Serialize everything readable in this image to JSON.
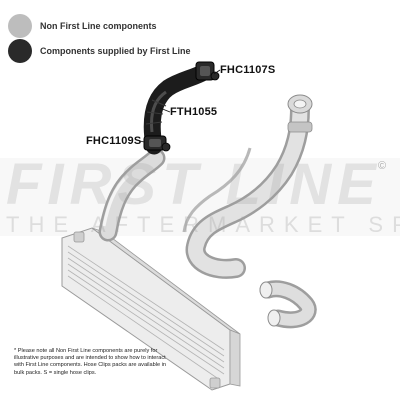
{
  "legend": {
    "items": [
      {
        "label": "Non First Line components",
        "color": "#bdbdbd"
      },
      {
        "label": "Components supplied by First Line",
        "color": "#2a2a2a"
      }
    ]
  },
  "parts": {
    "fhc1107s": "FHC1107S",
    "fth1055": "FTH1055",
    "fhc1109s": "FHC1109S"
  },
  "watermark": {
    "title": "FIRST LINE",
    "subtitle": "THE AFTERMARKET SPECIALIST",
    "copyright": "©"
  },
  "footnote": "* Please note all Non First Line components are purely for illustrative purposes and are intended to show how to interact with First Line components. Hose Clips packs are available in bulk packs. S = single hose clips."
}
